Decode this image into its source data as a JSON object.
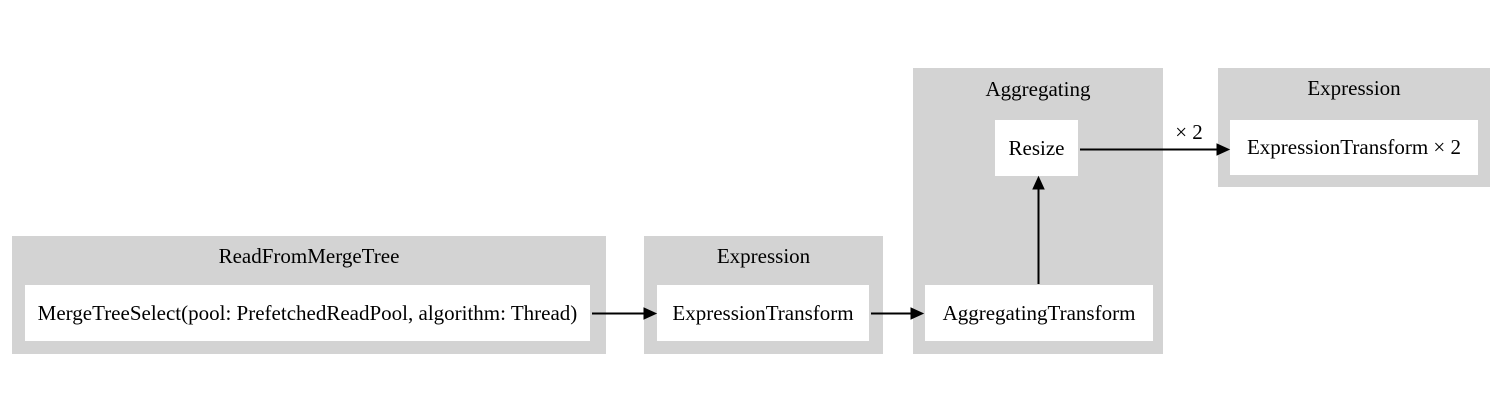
{
  "diagram": {
    "kind": "query-pipeline-graph",
    "direction": "left-to-right",
    "colors": {
      "background": "#ffffff",
      "cluster_fill": "#d3d3d3",
      "node_fill": "#ffffff",
      "text": "#000000",
      "edge": "#000000"
    },
    "clusters": [
      {
        "label": "ReadFromMergeTree",
        "nodes": [
          {
            "label": "MergeTreeSelect(pool: PrefetchedReadPool, algorithm: Thread)"
          }
        ]
      },
      {
        "label": "Expression",
        "nodes": [
          {
            "label": "ExpressionTransform"
          }
        ]
      },
      {
        "label": "Aggregating",
        "nodes": [
          {
            "label": "Resize"
          },
          {
            "label": "AggregatingTransform"
          }
        ]
      },
      {
        "label": "Expression",
        "nodes": [
          {
            "label": "ExpressionTransform × 2"
          }
        ]
      }
    ],
    "edges": [
      {
        "from": "MergeTreeSelect(pool: PrefetchedReadPool, algorithm: Thread)",
        "to": "ExpressionTransform",
        "label": ""
      },
      {
        "from": "ExpressionTransform",
        "to": "AggregatingTransform",
        "label": ""
      },
      {
        "from": "AggregatingTransform",
        "to": "Resize",
        "label": ""
      },
      {
        "from": "Resize",
        "to": "ExpressionTransform × 2",
        "label": "× 2"
      }
    ]
  }
}
